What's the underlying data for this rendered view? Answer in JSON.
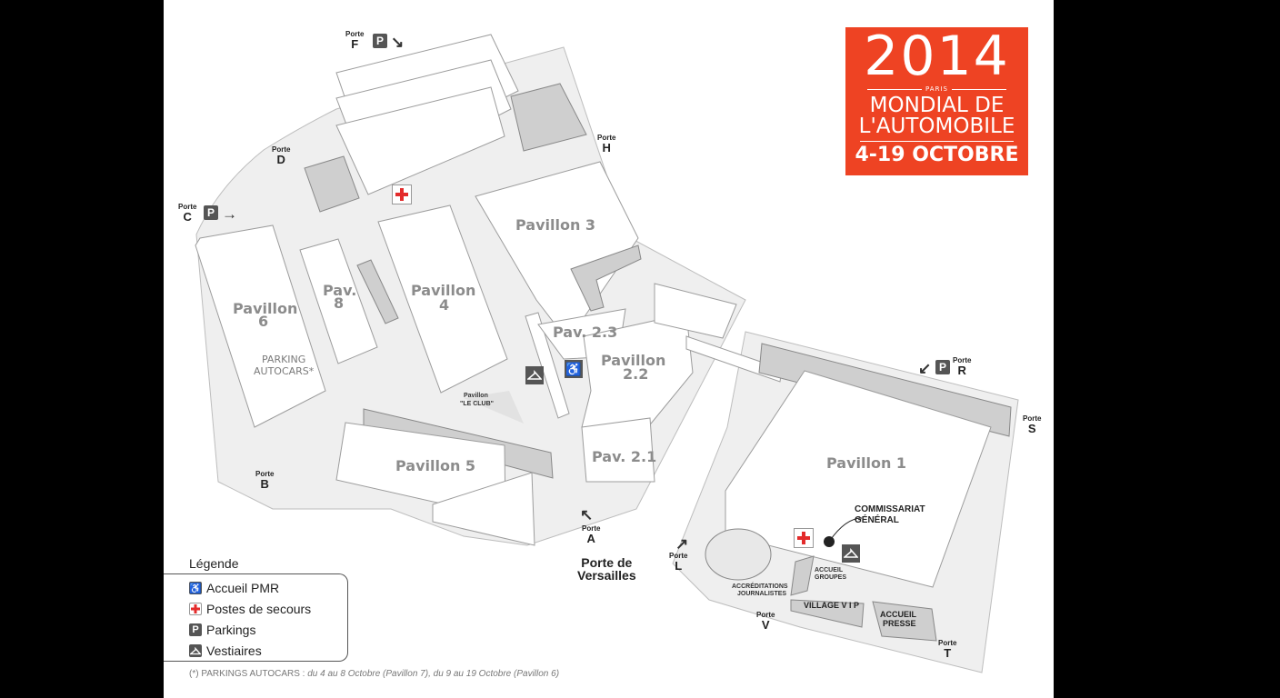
{
  "logo": {
    "year": "2014",
    "city": "PARIS",
    "title_line1": "MONDIAL DE",
    "title_line2": "L'AUTOMOBILE",
    "dates": "4-19 OCTOBRE",
    "background": "#ee4323"
  },
  "pavilions": {
    "p1": "Pavillon 1",
    "p2_2_a": "Pavillon",
    "p2_2_b": "2.2",
    "p2_1": "Pav. 2.1",
    "p2_3": "Pav. 2.3",
    "p3": "Pavillon 3",
    "p4_a": "Pavillon",
    "p4_b": "4",
    "p5": "Pavillon 5",
    "p6_a": "Pavillon",
    "p6_b": "6",
    "p8_a": "Pav.",
    "p8_b": "8",
    "club_a": "Pavillon",
    "club_b": "\"LE CLUB\"",
    "parking_autocars_a": "PARKING",
    "parking_autocars_b": "AUTOCARS*"
  },
  "portes": {
    "word": "Porte",
    "A": "A",
    "B": "B",
    "C": "C",
    "D": "D",
    "F": "F",
    "H": "H",
    "L": "L",
    "R": "R",
    "S": "S",
    "T": "T",
    "V": "V",
    "versailles_a": "Porte de",
    "versailles_b": "Versailles"
  },
  "places": {
    "commissariat_a": "COMMISSARIAT",
    "commissariat_b": "GÉNÉRAL",
    "accueil_groupes_a": "ACCUEIL",
    "accueil_groupes_b": "GROUPES",
    "accreditations_a": "ACCRÉDITATIONS",
    "accreditations_b": "JOURNALISTES",
    "village_vip": "VILLAGE V I P",
    "accueil_presse_a": "ACCUEIL",
    "accueil_presse_b": "PRESSE"
  },
  "legend": {
    "title": "Légende",
    "items": [
      {
        "label": "Accueil PMR",
        "icon": "wheelchair-icon"
      },
      {
        "label": "Postes de secours",
        "icon": "red-cross-icon"
      },
      {
        "label": "Parkings",
        "icon": "parking-icon"
      },
      {
        "label": "Vestiaires",
        "icon": "coat-hanger-icon"
      }
    ]
  },
  "footnote": {
    "prefix": "(*) PARKINGS AUTOCARS :",
    "text": "du 4 au 8 Octobre (Pavillon 7),  du 9 au 19 Octobre (Pavillon 6)"
  },
  "icons": {
    "parking": "P",
    "parking_sub": "c"
  },
  "colors": {
    "ground": "#efefef",
    "roof": "#ffffff",
    "wall": "#d4d4d4",
    "dark": "#cfcfcf",
    "cross": "#e32b2b"
  }
}
